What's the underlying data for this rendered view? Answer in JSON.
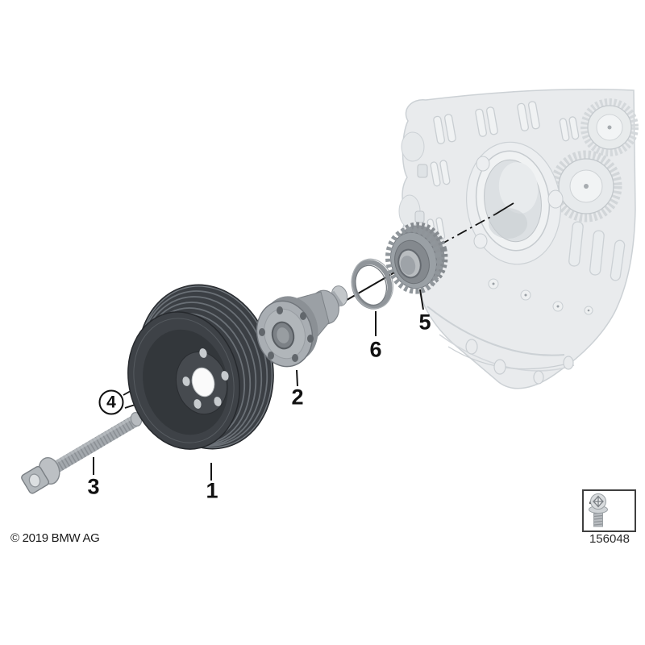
{
  "diagram": {
    "copyright": "© 2019 BMW AG",
    "callouts": {
      "c1": "1",
      "c2": "2",
      "c3": "3",
      "c4": "4",
      "c5": "5",
      "c6": "6"
    },
    "legend": {
      "ref": "4",
      "part_number": "156048"
    },
    "icons": {
      "legend_bolt": "flange-bolt-icon",
      "p1": "belt-pulley-vibration-damper",
      "p2": "hub",
      "p3": "central-bolt",
      "p5": "timing-sprocket",
      "p6": "o-ring",
      "background": "engine-block"
    },
    "colors": {
      "background": "#ffffff",
      "leader_line": "#151515",
      "part_dark": "#3c4045",
      "part_mid": "#9aa0a5",
      "engine_block_light": "#e9ebed",
      "text": "#111111"
    }
  }
}
